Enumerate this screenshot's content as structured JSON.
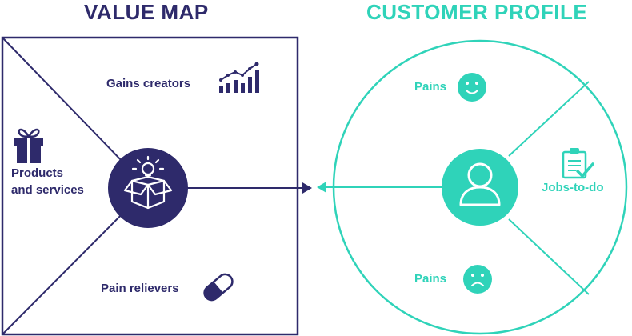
{
  "value_map": {
    "title": "VALUE MAP",
    "gains_label": "Gains creators",
    "products_label": "Products\nand services",
    "relievers_label": "Pain relievers"
  },
  "customer_profile": {
    "title": "CUSTOMER PROFILE",
    "pains_top_label": "Pains",
    "jobs_label": "Jobs-to-do",
    "pains_bottom_label": "Pains"
  },
  "colors": {
    "navy": "#2e2a6b",
    "teal": "#2fd3b9"
  }
}
